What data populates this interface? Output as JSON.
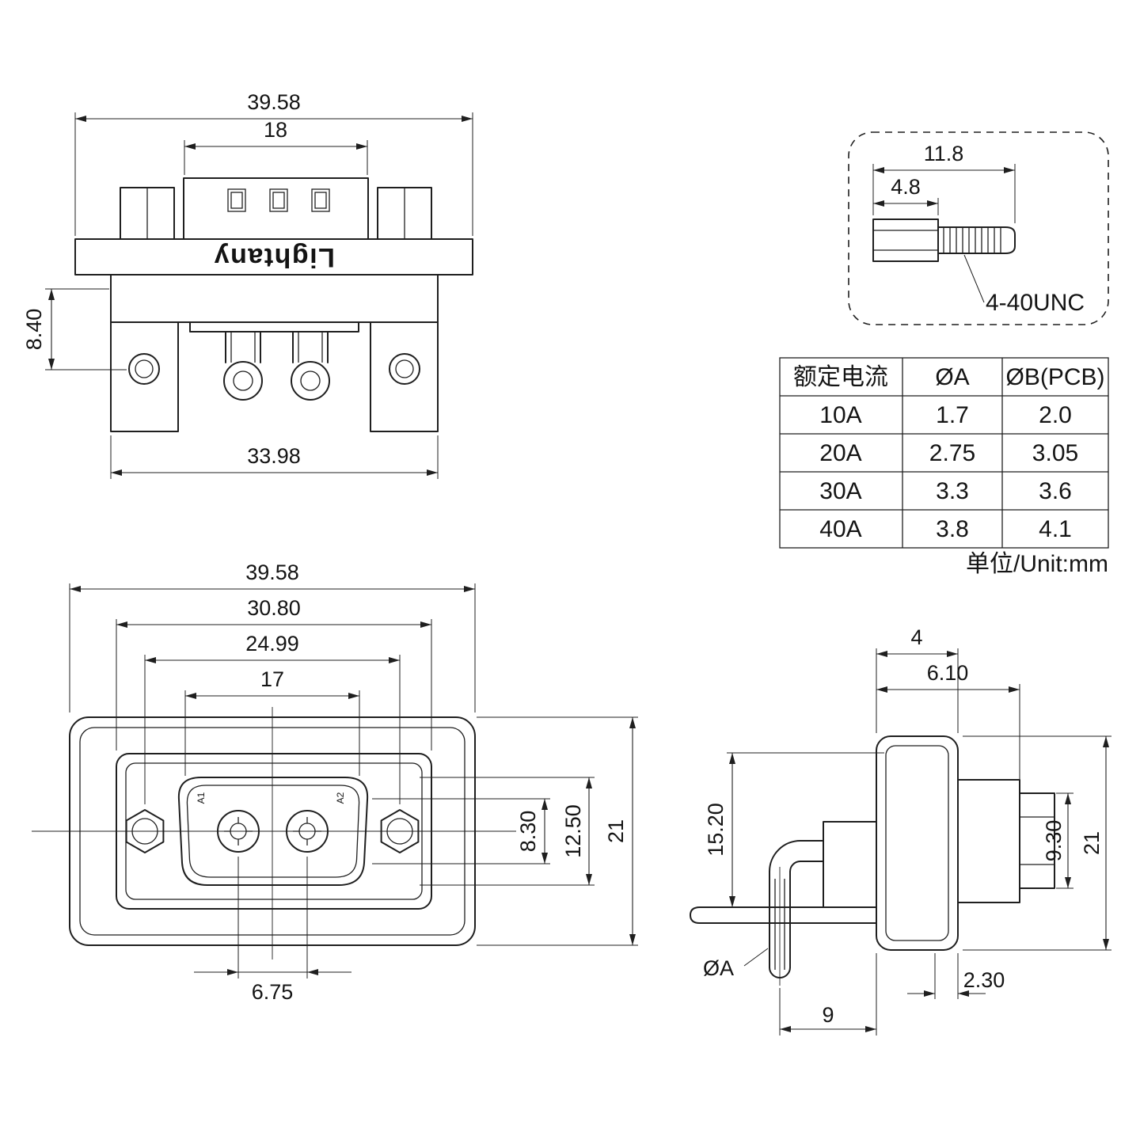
{
  "brand": "Lightany",
  "unit_note": "单位/Unit:mm",
  "top_view": {
    "dim_total_width": "39.58",
    "dim_shell_width": "18",
    "dim_height": "8.40",
    "dim_body_width": "33.98"
  },
  "screw_detail": {
    "dim_length": "11.8",
    "dim_head": "4.8",
    "thread_label": "4-40UNC"
  },
  "spec_table": {
    "headers": [
      "额定电流",
      "ØA",
      "ØB(PCB)"
    ],
    "rows": [
      [
        "10A",
        "1.7",
        "2.0"
      ],
      [
        "20A",
        "2.75",
        "3.05"
      ],
      [
        "30A",
        "3.3",
        "3.6"
      ],
      [
        "40A",
        "3.8",
        "4.1"
      ]
    ]
  },
  "front_view": {
    "dim_total_width": "39.58",
    "dim_flange_width": "30.80",
    "dim_screw_span": "24.99",
    "dim_opening_width": "17",
    "dim_inner_height": "8.30",
    "dim_shell_height": "12.50",
    "dim_total_height": "21",
    "dim_pin_pitch": "6.75",
    "pin_a1": "A1",
    "pin_a2": "A2"
  },
  "side_view": {
    "dim_flange_thickness": "4",
    "dim_shell_depth": "6.10",
    "dim_pin_height": "15.20",
    "dim_front_height": "9.30",
    "dim_total_height": "21",
    "dim_pin_dia": "ØA",
    "dim_offset": "2.30",
    "dim_pin_to_flange": "9"
  }
}
